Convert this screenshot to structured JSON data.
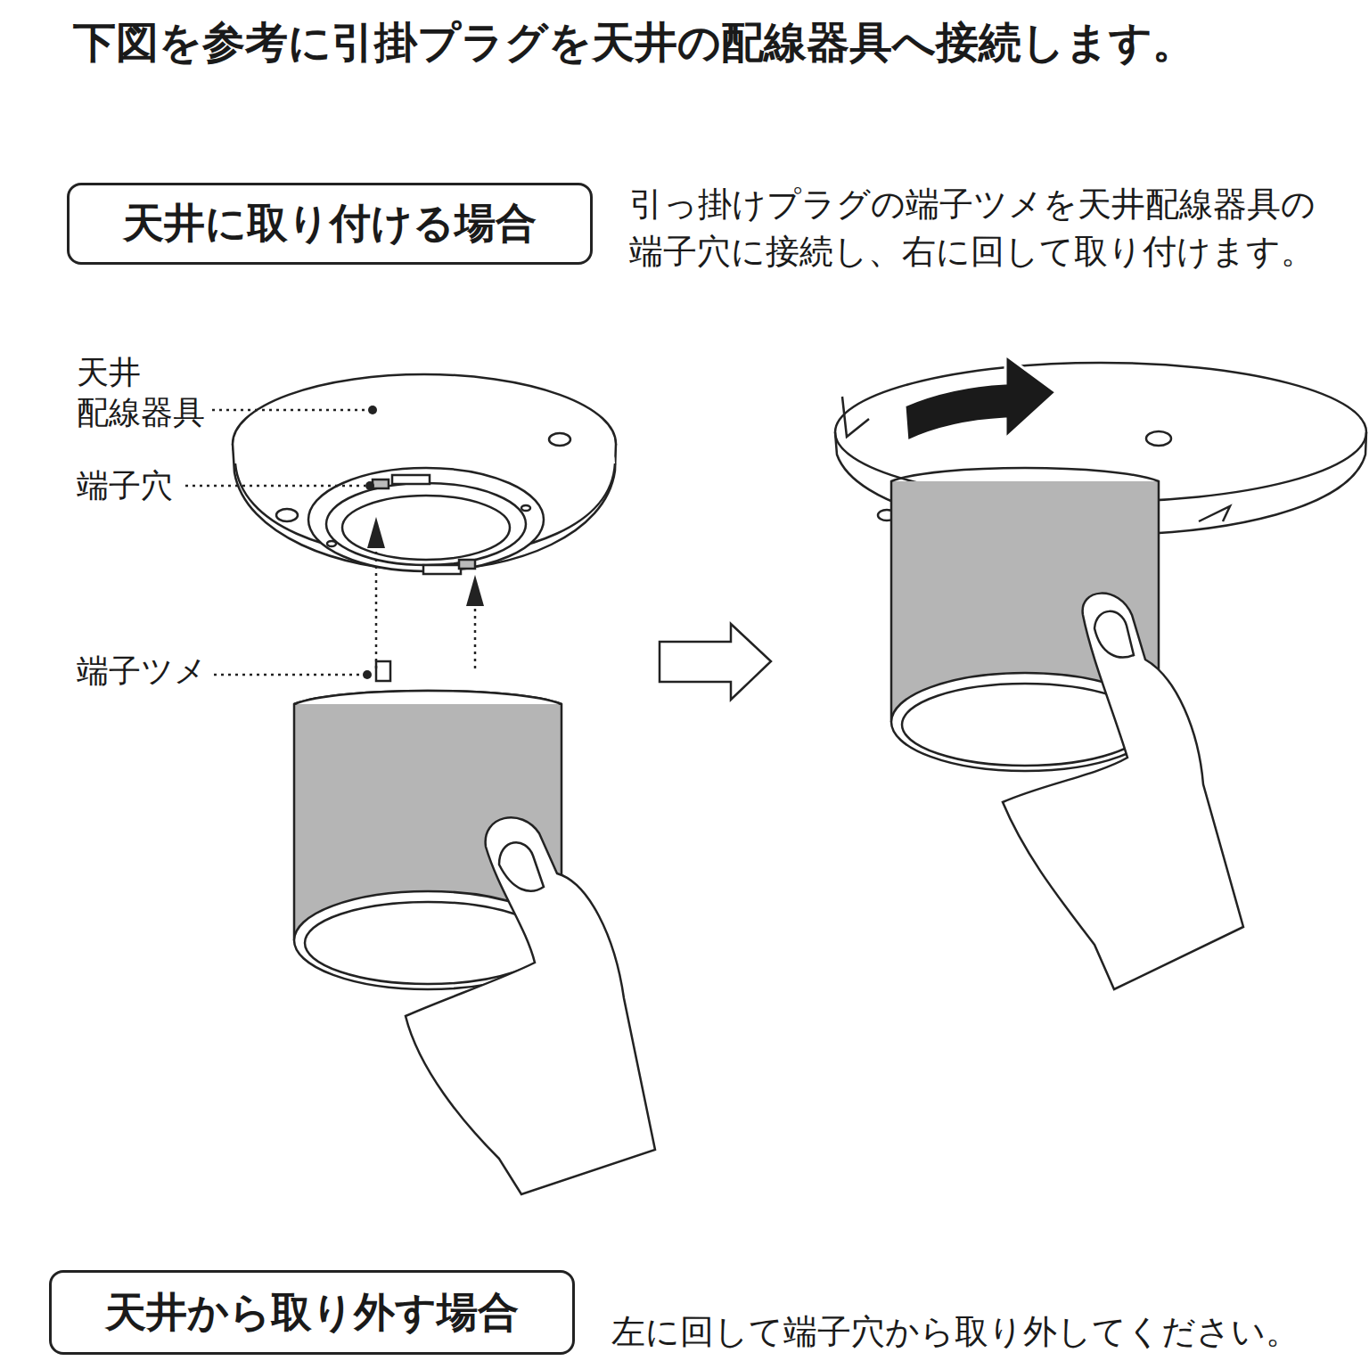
{
  "diagram": {
    "title": "下図を参考に引掛プラグを天井の配線器具へ接続します。",
    "nodes": [
      {
        "text": [
          "天井に取り付ける場合"
        ]
      },
      {
        "text": [
          "天井から取り外す場合"
        ]
      }
    ],
    "labels": [
      "天井 配線器具",
      "端子穴",
      "端子ツメ",
      "引っ掛けプラグの端子ツメを天井配線器具の 端子穴に接続し、右に回して取り付けます。",
      "左に回して端子穴から取り外してください。"
    ]
  }
}
